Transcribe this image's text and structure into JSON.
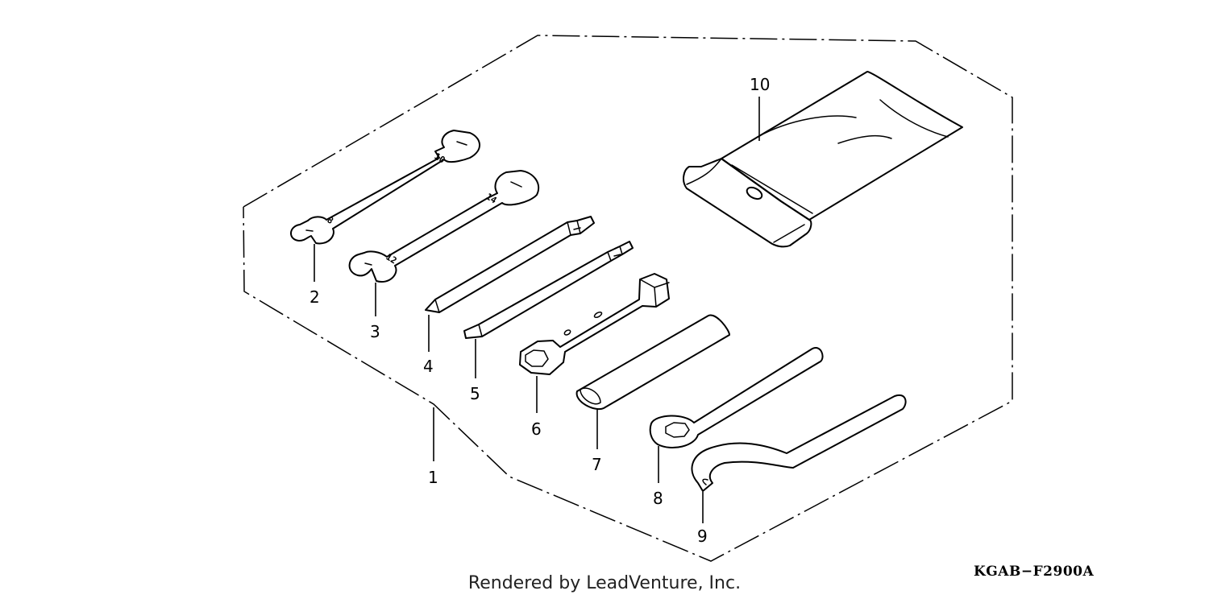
{
  "diagram": {
    "drawing_code": "KGAB−F2900A",
    "credit": "Rendered by LeadVenture, Inc.",
    "callouts": {
      "c1": "1",
      "c2": "2",
      "c3": "3",
      "c4": "4",
      "c5": "5",
      "c6": "6",
      "c7": "7",
      "c8": "8",
      "c9": "9",
      "c10": "10"
    },
    "wrench_marks": {
      "w1_big": "10",
      "w1_small": "8",
      "w2_big": "14",
      "w2_small": "12"
    }
  }
}
